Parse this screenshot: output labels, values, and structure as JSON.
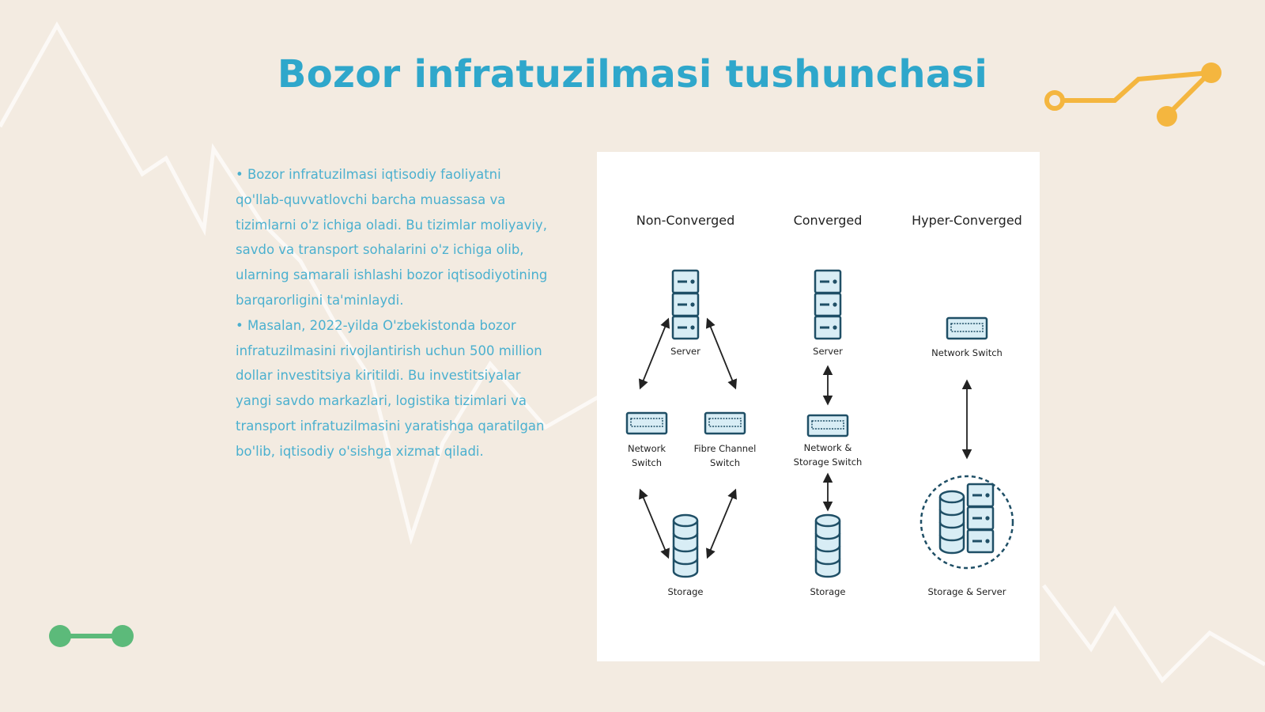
{
  "slide": {
    "title": "Bozor infratuzilmasi tushunchasi",
    "paragraphs": [
      "• Bozor infratuzilmasi iqtisodiy faoliyatni qo'llab-quvvatlovchi barcha muassasa va tizimlarni o'z ichiga oladi. Bu tizimlar moliyaviy, savdo va transport sohalarini o'z ichiga olib, ularning samarali ishlashi bozor iqtisodiyotining barqarorligini ta'minlaydi.",
      "• Masalan, 2022-yilda O'zbekistonda bozor infratuzilmasini rivojlantirish uchun 500 million dollar investitsiya kiritildi. Bu investitsiyalar yangi savdo markazlari, logistika tizimlari va transport infratuzilmasini yaratishga qaratilgan bo'lib, iqtisodiy o'sishga xizmat qiladi."
    ]
  },
  "diagram": {
    "columns": [
      {
        "title": "Non-Converged",
        "server_label": "Server",
        "network_switch_label": [
          "Network",
          "Switch"
        ],
        "fibre_switch_label": [
          "Fibre Channel",
          "Switch"
        ],
        "storage_label": "Storage"
      },
      {
        "title": "Converged",
        "server_label": "Server",
        "switch_label": [
          "Network &",
          "Storage Switch"
        ],
        "storage_label": "Storage"
      },
      {
        "title": "Hyper-Converged",
        "switch_label": "Network Switch",
        "combined_label": "Storage & Server"
      }
    ]
  },
  "colors": {
    "background": "#f3ebe1",
    "title": "#2fa7cb",
    "text": "#4bb0cf",
    "accent_orange": "#f4b63f",
    "accent_green": "#5cba7a",
    "icon_fill": "#d8edf5",
    "icon_stroke": "#1f4f66"
  }
}
